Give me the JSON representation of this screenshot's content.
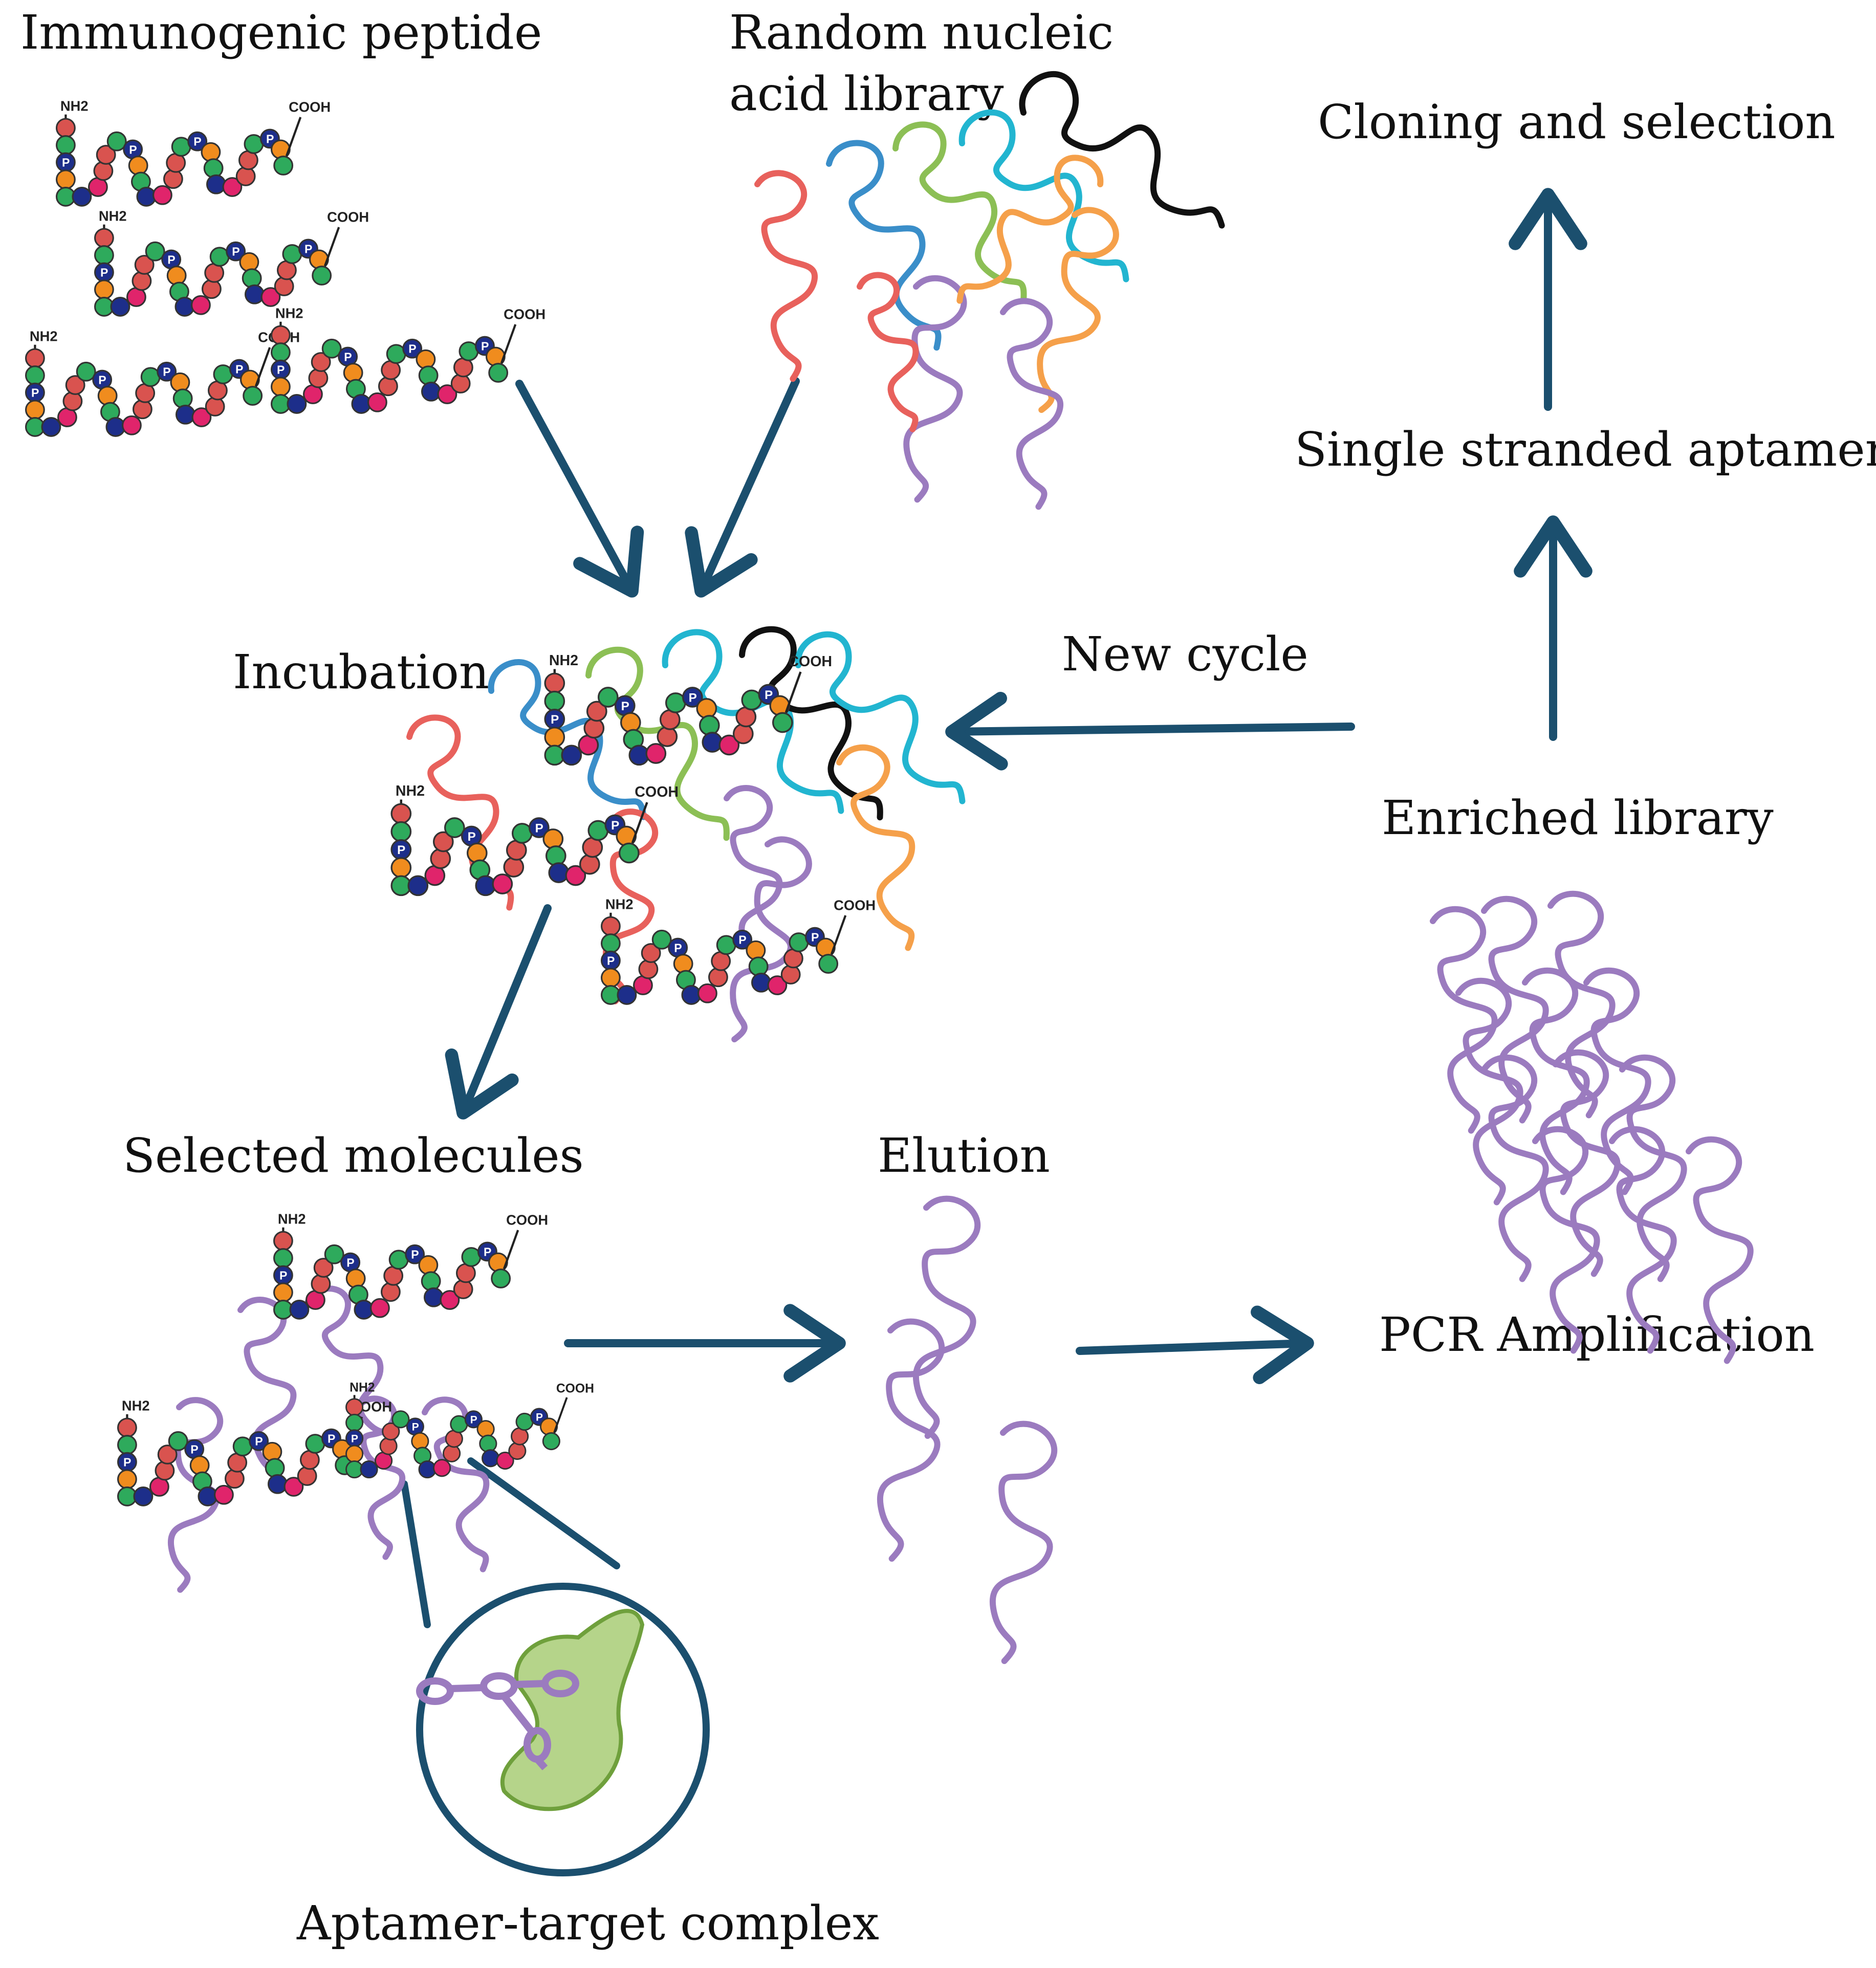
{
  "labels": {
    "immunogenic_peptide": "Immunogenic peptide",
    "random_library_line1": "Random nucleic",
    "random_library_line2": "acid library",
    "cloning_selection": "Cloning and selection",
    "single_stranded_aptamer": "Single stranded aptamer",
    "incubation": "Incubation",
    "new_cycle": "New cycle",
    "enriched_library": "Enriched library",
    "selected_molecules": "Selected molecules",
    "elution": "Elution",
    "pcr_amplification": "PCR Amplification",
    "aptamer_target_complex": "Aptamer-target complex"
  },
  "peptide_terminal_labels": {
    "n_terminus": "NH2",
    "c_terminus": "COOH",
    "bead_letter": "P"
  },
  "colors": {
    "arrow": "#1b4f6e",
    "strand_red": "#e8615c",
    "strand_blue": "#3a8ec9",
    "strand_green": "#8cbf55",
    "strand_cyan": "#22b5d0",
    "strand_black": "#111111",
    "strand_purple": "#9b7bbf",
    "strand_orange": "#f5a04a",
    "bead_red": "#d9534f",
    "bead_green": "#2eaa5c",
    "bead_blue": "#1d2e8a",
    "bead_orange": "#f08c1e",
    "bead_magenta": "#e0246b",
    "target_fill": "#b5d48a",
    "target_stroke": "#6fa03c"
  }
}
